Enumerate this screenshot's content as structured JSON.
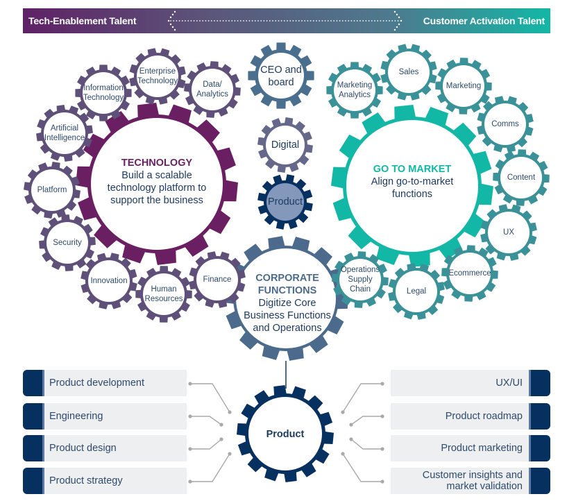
{
  "banner": {
    "left_label": "Tech-Enablement Talent",
    "right_label": "Customer Activation Talent",
    "colors": {
      "start": "#5f2166",
      "end": "#13b7a6"
    }
  },
  "colors": {
    "technology": "#6a1f62",
    "technology_small": "#5e5078",
    "go_to_market": "#12b8a5",
    "go_to_market_small": "#3b9198",
    "corporate": "#4c6b8c",
    "ceo": "#4a6e8e",
    "digital": "#666889",
    "product_small_fill": "#8398bb",
    "product": "#06305f",
    "connector": "#a7a9ac",
    "text": "#2e4a6b"
  },
  "hubs": {
    "technology": {
      "title": "TECHNOLOGY",
      "lines": [
        "Build a scalable",
        "technology platform to",
        "support the business"
      ]
    },
    "go_to_market": {
      "title": "GO TO MARKET",
      "lines": [
        "Align go-to-market",
        "functions"
      ]
    },
    "corporate": {
      "title_lines": [
        "CORPORATE",
        "FUNCTIONS"
      ],
      "lines": [
        "Digitize Core",
        "Business Functions",
        "and Operations"
      ]
    },
    "product": {
      "title": "Product"
    }
  },
  "center_gears": {
    "ceo": [
      "CEO and",
      "board"
    ],
    "digital": [
      "Digital"
    ],
    "product": [
      "Product"
    ]
  },
  "technology_gears": [
    {
      "id": "information-technology",
      "lines": [
        "Information",
        "Technology"
      ]
    },
    {
      "id": "enterprise-technology",
      "lines": [
        "Enterprise",
        "Technology"
      ]
    },
    {
      "id": "data-analytics",
      "lines": [
        "Data/",
        "Analytics"
      ]
    },
    {
      "id": "artificial-intelligence",
      "lines": [
        "Artificial",
        "Intelligence"
      ]
    },
    {
      "id": "platform",
      "lines": [
        "Platform"
      ]
    },
    {
      "id": "security",
      "lines": [
        "Security"
      ]
    },
    {
      "id": "innovation",
      "lines": [
        "Innovation"
      ]
    },
    {
      "id": "human-resources",
      "lines": [
        "Human",
        "Resources"
      ]
    },
    {
      "id": "finance",
      "lines": [
        "Finance"
      ]
    }
  ],
  "go_to_market_gears": [
    {
      "id": "marketing-analytics",
      "lines": [
        "Marketing",
        "Analytics"
      ]
    },
    {
      "id": "sales",
      "lines": [
        "Sales"
      ]
    },
    {
      "id": "marketing",
      "lines": [
        "Marketing"
      ]
    },
    {
      "id": "comms",
      "lines": [
        "Comms"
      ]
    },
    {
      "id": "content",
      "lines": [
        "Content"
      ]
    },
    {
      "id": "ux",
      "lines": [
        "UX"
      ]
    },
    {
      "id": "ecommerce",
      "lines": [
        "Ecommerce"
      ]
    },
    {
      "id": "legal",
      "lines": [
        "Legal"
      ]
    },
    {
      "id": "operations-supply-chain",
      "lines": [
        "Operations",
        "Supply",
        "Chain"
      ]
    }
  ],
  "product_left": [
    "Product development",
    "Engineering",
    "Product design",
    "Product strategy"
  ],
  "product_right": [
    "UX/UI",
    "Product roadmap",
    "Product marketing",
    "Customer insights and\nmarket validation"
  ]
}
